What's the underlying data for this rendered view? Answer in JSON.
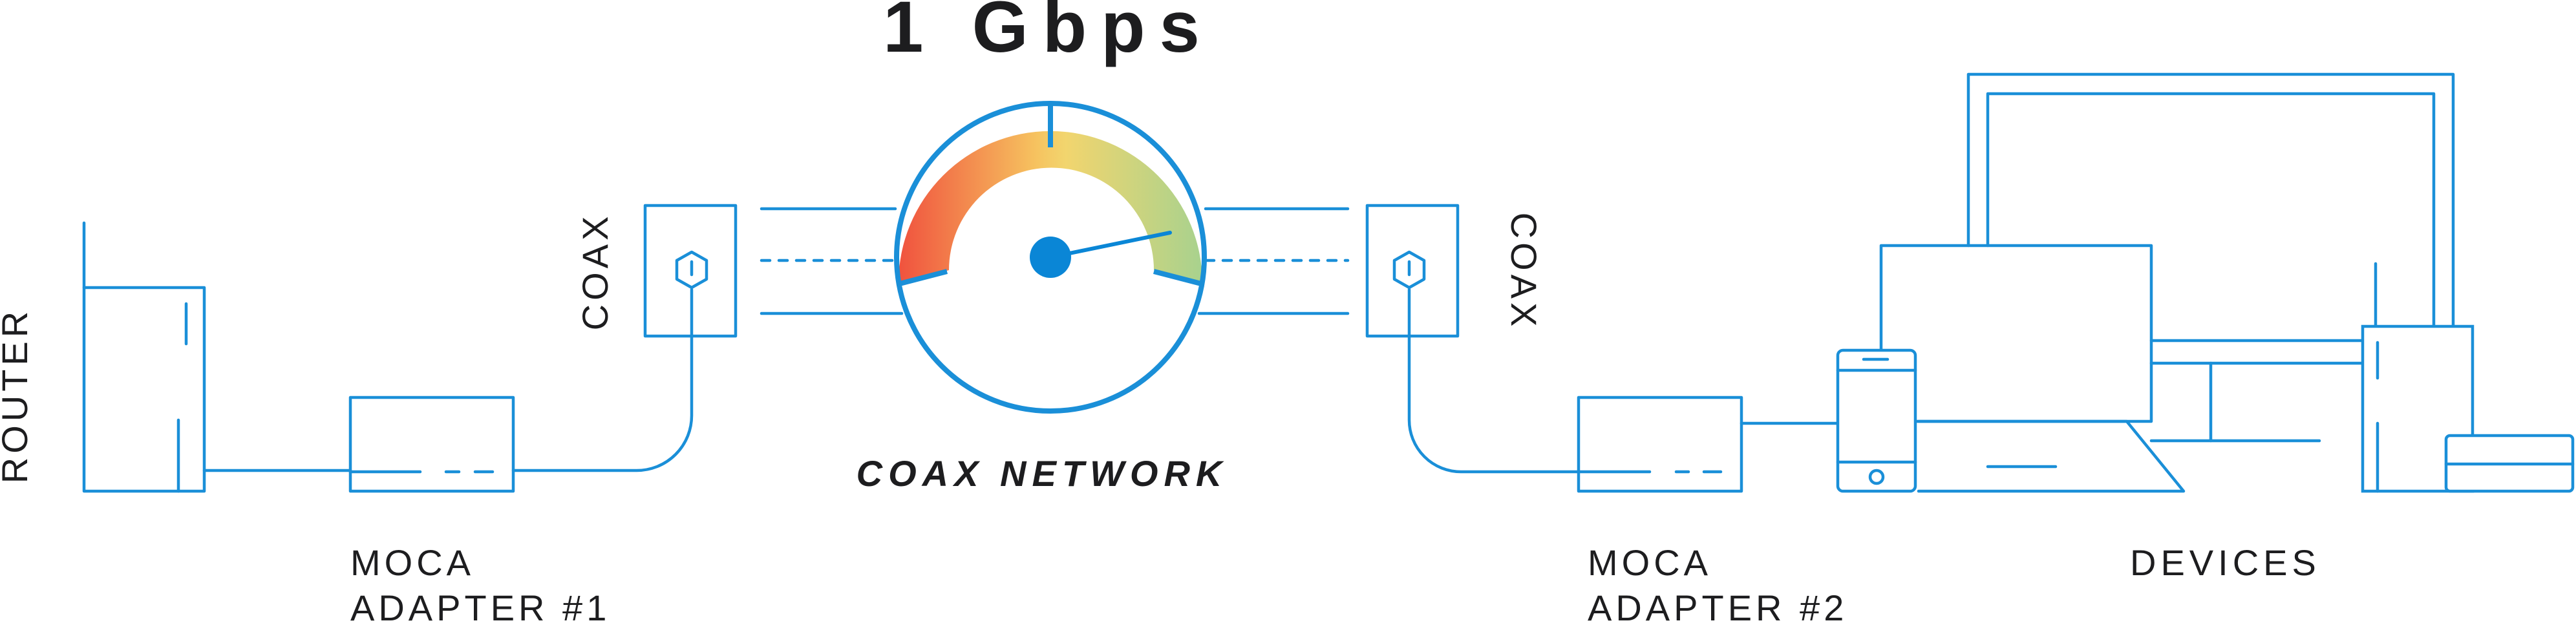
{
  "speed": "1 Gbps",
  "router_label": "ROUTER",
  "coax_left_label": "COAX",
  "coax_right_label": "COAX",
  "network_label": "COAX NETWORK",
  "adapter1": {
    "line1": "MOCA",
    "line2": "ADAPTER #1"
  },
  "adapter2": {
    "line1": "MOCA",
    "line2": "ADAPTER #2"
  },
  "devices_label": "DEVICES",
  "colors": {
    "line": "#1a8fd8",
    "needle_hub": "#0a86d6",
    "gauge_red": "#f0523e",
    "gauge_yellow": "#f2d56e",
    "gauge_green": "#a8d28e",
    "text": "#1d1d1f"
  },
  "gauge": {
    "level_fraction": 0.88
  }
}
